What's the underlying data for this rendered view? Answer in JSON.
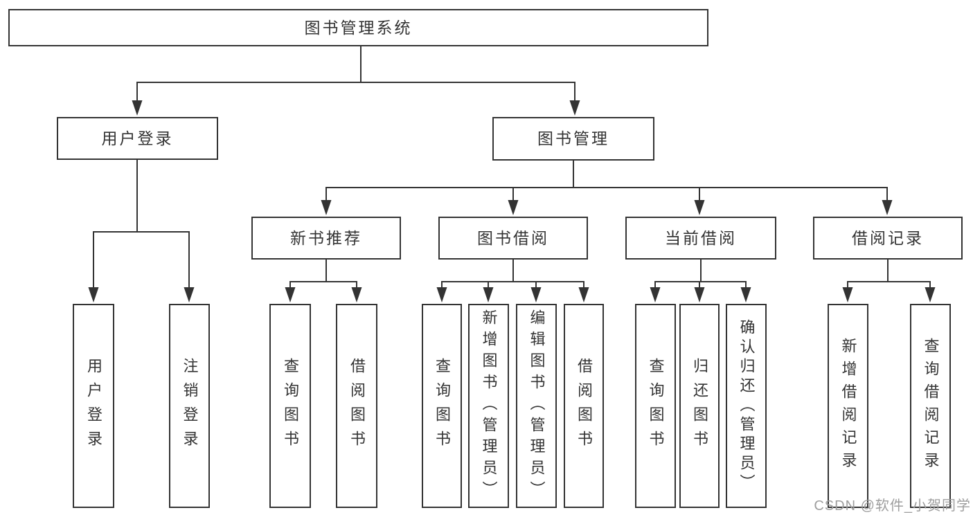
{
  "diagram": {
    "title": "图书管理系统",
    "tree": {
      "label": "图书管理系统",
      "children": [
        {
          "label": "用户登录",
          "children": [
            {
              "label": "用户登录"
            },
            {
              "label": "注销登录"
            }
          ]
        },
        {
          "label": "图书管理",
          "children": [
            {
              "label": "新书推荐",
              "children": [
                {
                  "label": "查询图书"
                },
                {
                  "label": "借阅图书"
                }
              ]
            },
            {
              "label": "图书借阅",
              "children": [
                {
                  "label": "查询图书"
                },
                {
                  "label": "新增图书（管理员）"
                },
                {
                  "label": "编辑图书（管理员）"
                },
                {
                  "label": "借阅图书"
                }
              ]
            },
            {
              "label": "当前借阅",
              "children": [
                {
                  "label": "查询图书"
                },
                {
                  "label": "归还图书"
                },
                {
                  "label": "确认归还（管理员）"
                }
              ]
            },
            {
              "label": "借阅记录",
              "children": [
                {
                  "label": "新增借阅记录"
                },
                {
                  "label": "查询借阅记录"
                }
              ]
            }
          ]
        }
      ]
    },
    "watermark": "CSDN @软件_小贺同学",
    "colors": {
      "line": "#333333",
      "box_border": "#333333",
      "text": "#333333",
      "background": "#ffffff",
      "watermark": "#9e9e9e"
    }
  }
}
